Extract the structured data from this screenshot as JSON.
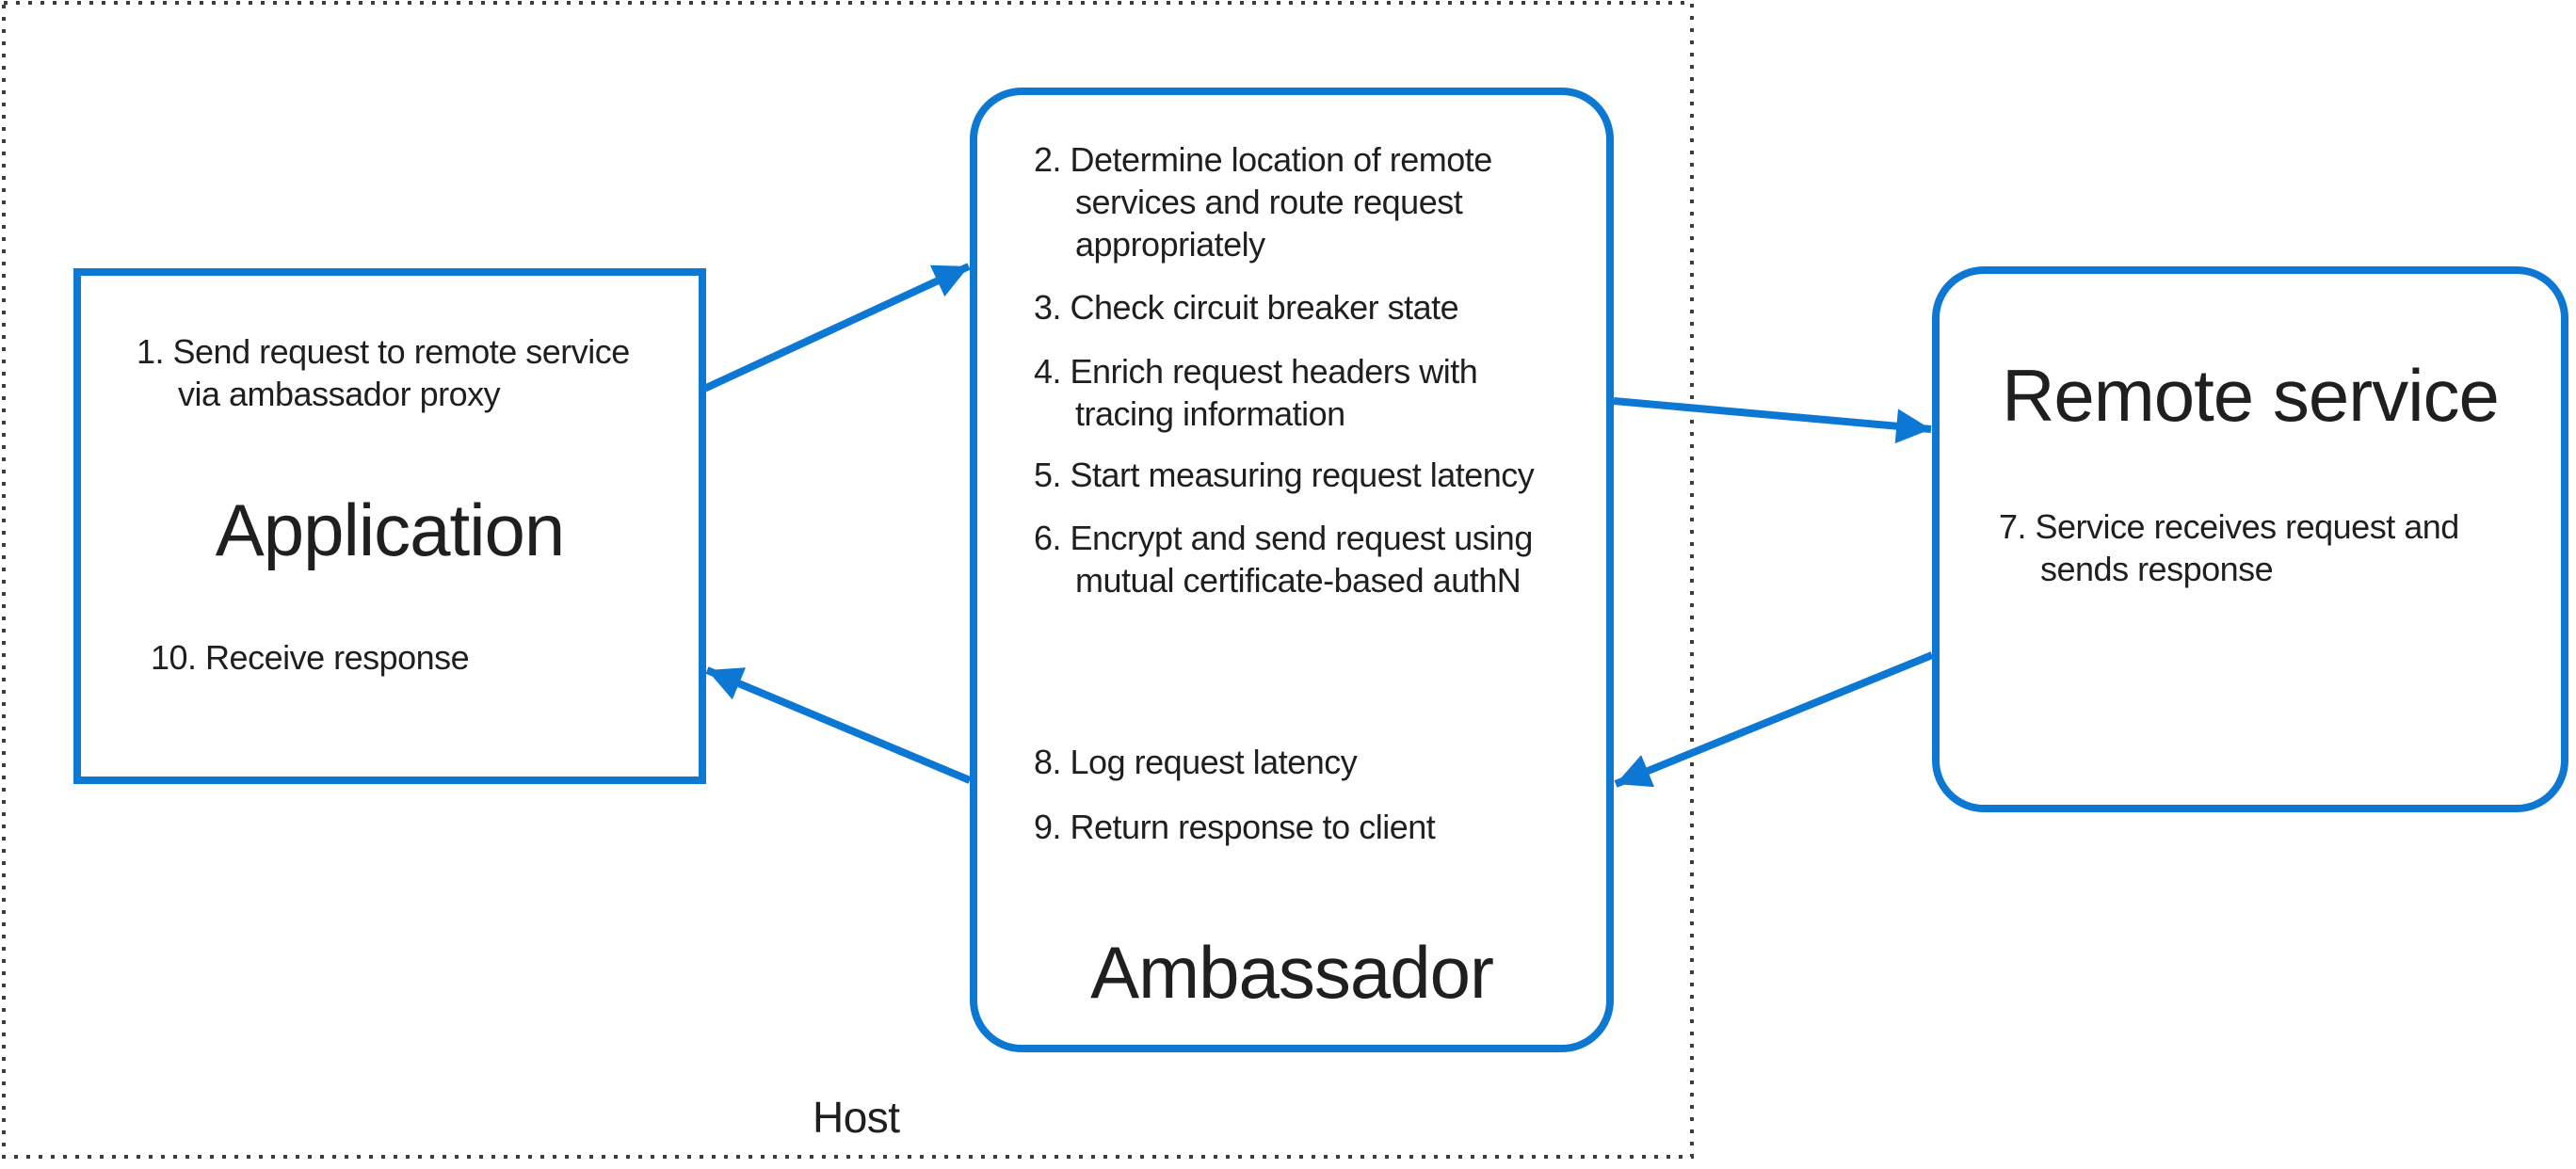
{
  "page": {
    "background": "#ffffff"
  },
  "colors": {
    "accent_blue": "#0d78d4",
    "text": "#1f1f1f",
    "host_border_dots": "#3d3d3d"
  },
  "host": {
    "label": "Host"
  },
  "nodes": {
    "application": {
      "title": "Application",
      "steps": {
        "s1": "1. Send request to remote service\nvia ambassador proxy",
        "s10": "10. Receive response"
      }
    },
    "ambassador": {
      "title": "Ambassador",
      "steps": {
        "s2": "2. Determine location of remote\nservices and route request\nappropriately",
        "s3": "3. Check circuit breaker state",
        "s4": "4. Enrich request headers with\ntracing information",
        "s5": "5. Start measuring request latency",
        "s6": "6. Encrypt and send request using\nmutual certificate-based authN",
        "s8": "8. Log request latency",
        "s9": "9. Return response to client"
      }
    },
    "remote_service": {
      "title": "Remote service",
      "steps": {
        "s7": "7. Service receives request and\nsends response"
      }
    }
  },
  "arrows": [
    {
      "name": "app-to-ambassador",
      "from": "application",
      "to": "ambassador"
    },
    {
      "name": "ambassador-to-remote",
      "from": "ambassador",
      "to": "remote_service"
    },
    {
      "name": "remote-to-ambassador",
      "from": "remote_service",
      "to": "ambassador"
    },
    {
      "name": "ambassador-to-app",
      "from": "ambassador",
      "to": "application"
    }
  ]
}
